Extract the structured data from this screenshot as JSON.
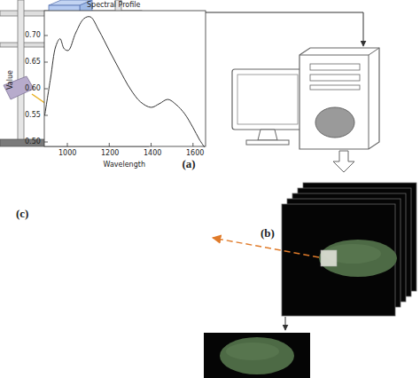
{
  "diagram": {
    "labels": [
      "(a)",
      "Spectral Profile",
      "Value",
      "0.70",
      "0.65",
      "0.60",
      "0.55",
      "0.50",
      "1000",
      "1200",
      "1400",
      "1600",
      "Wavelength",
      "(c)",
      "(b)"
    ]
  }
}
